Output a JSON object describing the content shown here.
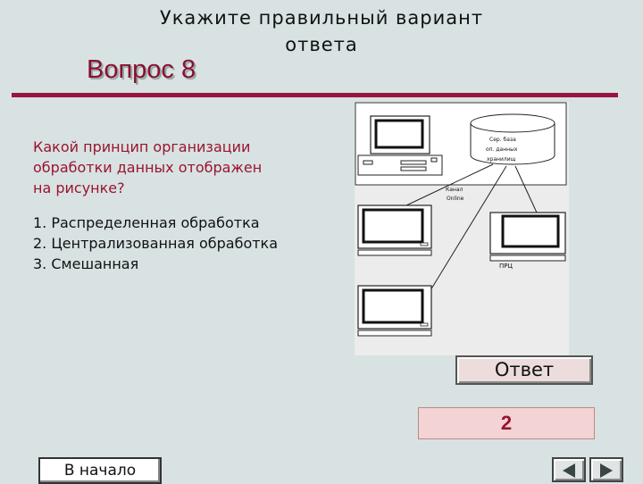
{
  "header": {
    "line1": "Укажите правильный вариант",
    "line2": "ответа"
  },
  "question": {
    "title": "Вопрос 8",
    "prompt_lines": [
      "Какой принцип организации",
      "обработки данных отображен",
      "на рисунке?"
    ],
    "options": [
      "1. Распределенная обработка",
      "2. Централизованная обработка",
      "3. Смешанная"
    ]
  },
  "diagram": {
    "db_lines": [
      "Сер. база",
      "оп. данных",
      "хранилищ"
    ],
    "link_lines": [
      "Канал",
      "Online"
    ],
    "terminal_label": "ПРЦ"
  },
  "answer_button": {
    "label": "Ответ"
  },
  "answer": {
    "value": "2"
  },
  "nav": {
    "home_label": "В начало",
    "prev_icon": "triangle-left-icon",
    "next_icon": "triangle-right-icon"
  }
}
